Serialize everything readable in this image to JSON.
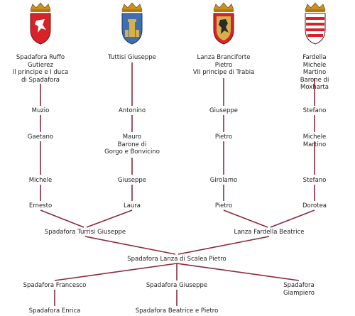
{
  "crests": {
    "spadafora": {
      "field": "#d8222a",
      "charge": "#ffffff",
      "crown": "#c8931f"
    },
    "tuttisi": {
      "field": "#3f6fae",
      "charge": "#d6b04a",
      "crown": "#c8931f"
    },
    "lanza": {
      "field": "#d6b04a",
      "border": "#d8222a",
      "charge": "#2b2b2b",
      "crown": "#c8931f"
    },
    "fardella": {
      "field": "#ffffff",
      "bands": "#d8222a",
      "crown": "#c8931f"
    }
  },
  "line_color": "#8b2a3c",
  "ancestors": [
    {
      "label": "Spadafora Ruffo\nGutierez\nIl principe e I duca\ndi Spadafora",
      "chain": [
        "Muzio",
        "Gaetano",
        "Michele",
        "Ernesto"
      ]
    },
    {
      "label": "Tuttisi Giuseppe",
      "chain": [
        "Antonino",
        "Mauro\nBarone di\nGorgo e Bonvicino",
        "Giuseppe",
        "Laura"
      ]
    },
    {
      "label": "Lanza Branciforte\nPietro\nVII principe di Trabia",
      "chain": [
        "Giuseppe",
        "Pietro",
        "Girolamo",
        "Pietro"
      ]
    },
    {
      "label": "Fardella Michele\nMartino\nBarone di Moxharta",
      "chain": [
        "Stefano",
        "Michele Martino",
        "Stefano",
        "Dorotea"
      ]
    }
  ],
  "parents": [
    "Spadafora Turrisi Giuseppe",
    "Lanza Fardella Beatrice"
  ],
  "root": "Spadafora Lanza di Scalea Pietro",
  "children": [
    "Spadafora Francesco",
    "Spadafora Giuseppe",
    "Spadafora Giampiero"
  ],
  "grandchildren": [
    "Spadafora Enrica",
    "Spadafora Beatrice e Pietro"
  ]
}
